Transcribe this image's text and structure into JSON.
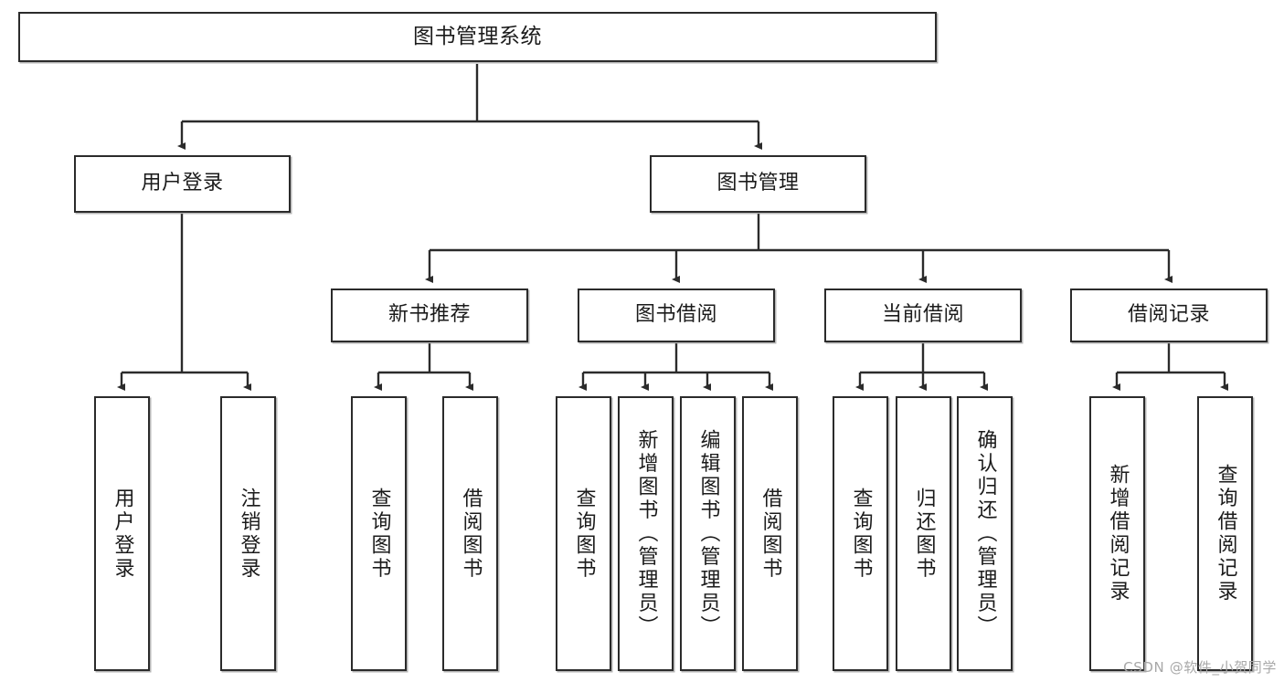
{
  "diagram": {
    "type": "tree-hierarchy",
    "title": "图书管理系统",
    "watermark": "CSDN @软件_小贺同学",
    "colors": {
      "box_border": "#2b2b2b",
      "box_fill": "#ffffff",
      "connector": "#2b2b2b",
      "text": "#1b1b1b",
      "watermark": "#a8a8a8"
    },
    "nodes": {
      "root": {
        "label": "图书管理系统"
      },
      "level2": [
        {
          "id": "user-login",
          "label": "用户登录"
        },
        {
          "id": "book-management",
          "label": "图书管理"
        }
      ],
      "level3": [
        {
          "id": "new-book-recommend",
          "label": "新书推荐"
        },
        {
          "id": "book-borrow",
          "label": "图书借阅"
        },
        {
          "id": "current-borrow",
          "label": "当前借阅"
        },
        {
          "id": "borrow-record",
          "label": "借阅记录"
        }
      ],
      "leaves": {
        "user_login": [
          {
            "id": "leaf-user-login",
            "label": "用户登录"
          },
          {
            "id": "leaf-logout-login",
            "label": "注销登录"
          }
        ],
        "new_book_recommend": [
          {
            "id": "leaf-query-book-1",
            "label": "查询图书"
          },
          {
            "id": "leaf-borrow-book-1",
            "label": "借阅图书"
          }
        ],
        "book_borrow": [
          {
            "id": "leaf-query-book-2",
            "label": "查询图书"
          },
          {
            "id": "leaf-add-book",
            "label": "新增图书（管理员）"
          },
          {
            "id": "leaf-edit-book",
            "label": "编辑图书（管理员）"
          },
          {
            "id": "leaf-borrow-book-2",
            "label": "借阅图书"
          }
        ],
        "current_borrow": [
          {
            "id": "leaf-query-book-3",
            "label": "查询图书"
          },
          {
            "id": "leaf-return-book",
            "label": "归还图书"
          },
          {
            "id": "leaf-confirm-return",
            "label": "确认归还（管理员）"
          }
        ],
        "borrow_record": [
          {
            "id": "leaf-add-record",
            "label": "新增借阅记录"
          },
          {
            "id": "leaf-query-record",
            "label": "查询借阅记录"
          }
        ]
      }
    }
  }
}
